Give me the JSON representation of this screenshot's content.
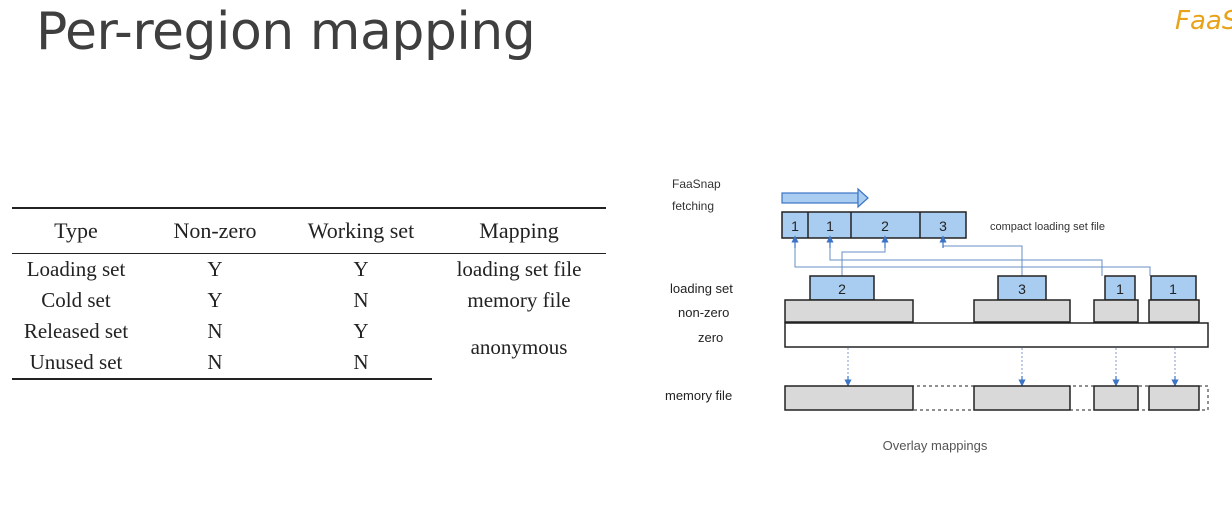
{
  "title": "Per-region mapping",
  "logo": "FaaSnap",
  "table": {
    "headers": [
      "Type",
      "Non-zero",
      "Working set",
      "Mapping"
    ],
    "rows": [
      [
        "Loading set",
        "Y",
        "Y",
        "loading set file"
      ],
      [
        "Cold set",
        "Y",
        "N",
        "memory file"
      ],
      [
        "Released set",
        "N",
        "Y",
        "anonymous"
      ],
      [
        "Unused set",
        "N",
        "N",
        ""
      ]
    ]
  },
  "diagram": {
    "fetching_label_1": "FaaSnap",
    "fetching_label_2": "fetching",
    "compact_label": "compact loading set file",
    "compact_cells": [
      "1",
      "1",
      "2",
      "3"
    ],
    "loading_set_label": "loading set",
    "non_zero_label": "non-zero",
    "zero_label": "zero",
    "loading_set_blocks": [
      "2",
      "3",
      "1",
      "1"
    ],
    "memory_file_label": "memory file",
    "caption": "Overlay mappings",
    "colors": {
      "blue_fill": "#a9cdf0",
      "blue_stroke": "#3b74c6",
      "gray_fill": "#d9d9d9"
    }
  }
}
